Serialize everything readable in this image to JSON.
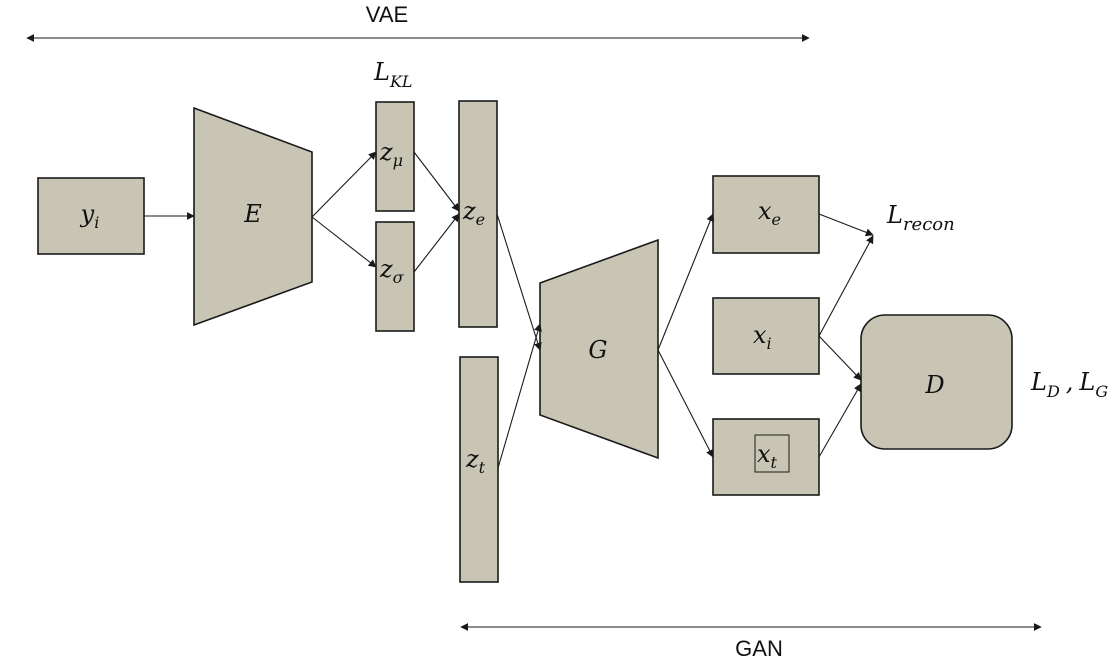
{
  "colors": {
    "block_fill": "#c8c5b4",
    "stroke": "#1a1a1a"
  },
  "spans": {
    "vae_label": "VAE",
    "gan_label": "GAN"
  },
  "nodes": {
    "yi": {
      "base": "y",
      "sub": "i"
    },
    "enc": {
      "base": "E",
      "sub": ""
    },
    "zmu": {
      "base": "z",
      "sub": "μ"
    },
    "zsig": {
      "base": "z",
      "sub": "σ"
    },
    "ze": {
      "base": "z",
      "sub": "e"
    },
    "zt": {
      "base": "z",
      "sub": "t"
    },
    "gen": {
      "base": "G",
      "sub": ""
    },
    "xe": {
      "base": "x",
      "sub": "e"
    },
    "xi": {
      "base": "x",
      "sub": "i"
    },
    "xt": {
      "base": "x",
      "sub": "t"
    },
    "disc": {
      "base": "D",
      "sub": ""
    }
  },
  "losses": {
    "kl": {
      "base": "L",
      "sub": "KL"
    },
    "recon": {
      "base": "L",
      "sub": "recon"
    },
    "ld": {
      "base": "L",
      "sub": "D"
    },
    "separator": ",",
    "lg": {
      "base": "L",
      "sub": "G"
    }
  }
}
